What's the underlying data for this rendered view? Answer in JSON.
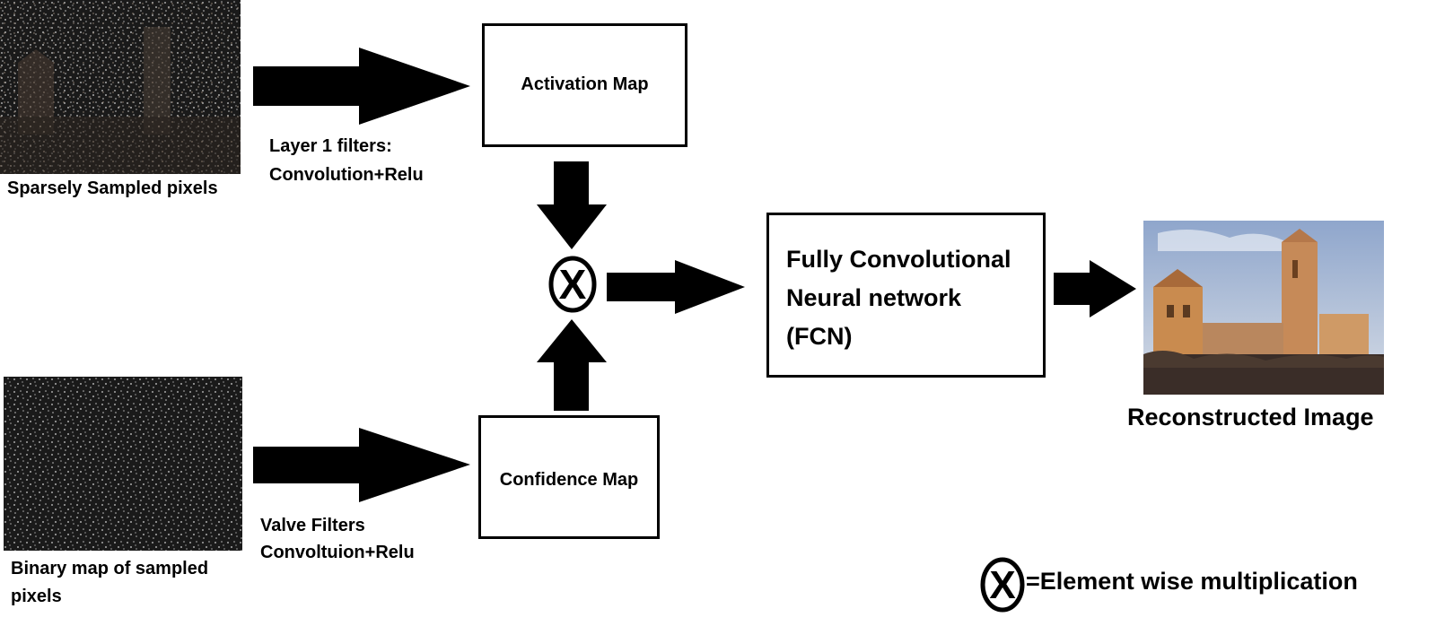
{
  "diagram": {
    "inputs": {
      "sparse": {
        "caption": "Sparsely Sampled pixels"
      },
      "binary": {
        "caption_line1": "Binary map of sampled",
        "caption_line2": "pixels"
      }
    },
    "edges": {
      "layer1": {
        "line1": "Layer  1 filters:",
        "line2": "Convolution+Relu"
      },
      "valve": {
        "line1": "Valve Filters",
        "line2": "Convoltuion+Relu"
      }
    },
    "boxes": {
      "activation": "Activation Map",
      "confidence": "Confidence Map",
      "fcn_line1": "Fully Convolutional",
      "fcn_line2": "Neural network",
      "fcn_line3": "(FCN)"
    },
    "output": {
      "caption": "Reconstructed Image"
    },
    "operator": {
      "symbol": "X"
    },
    "legend": {
      "symbol": "X",
      "text": "=Element wise multiplication"
    }
  },
  "colors": {
    "stroke": "#000000",
    "dark_panel": "#1a1a1a",
    "noise_dot": "#cfcfcf",
    "sky": "#9fb4d6",
    "building": "#c9905a",
    "ground": "#3a2d28"
  }
}
